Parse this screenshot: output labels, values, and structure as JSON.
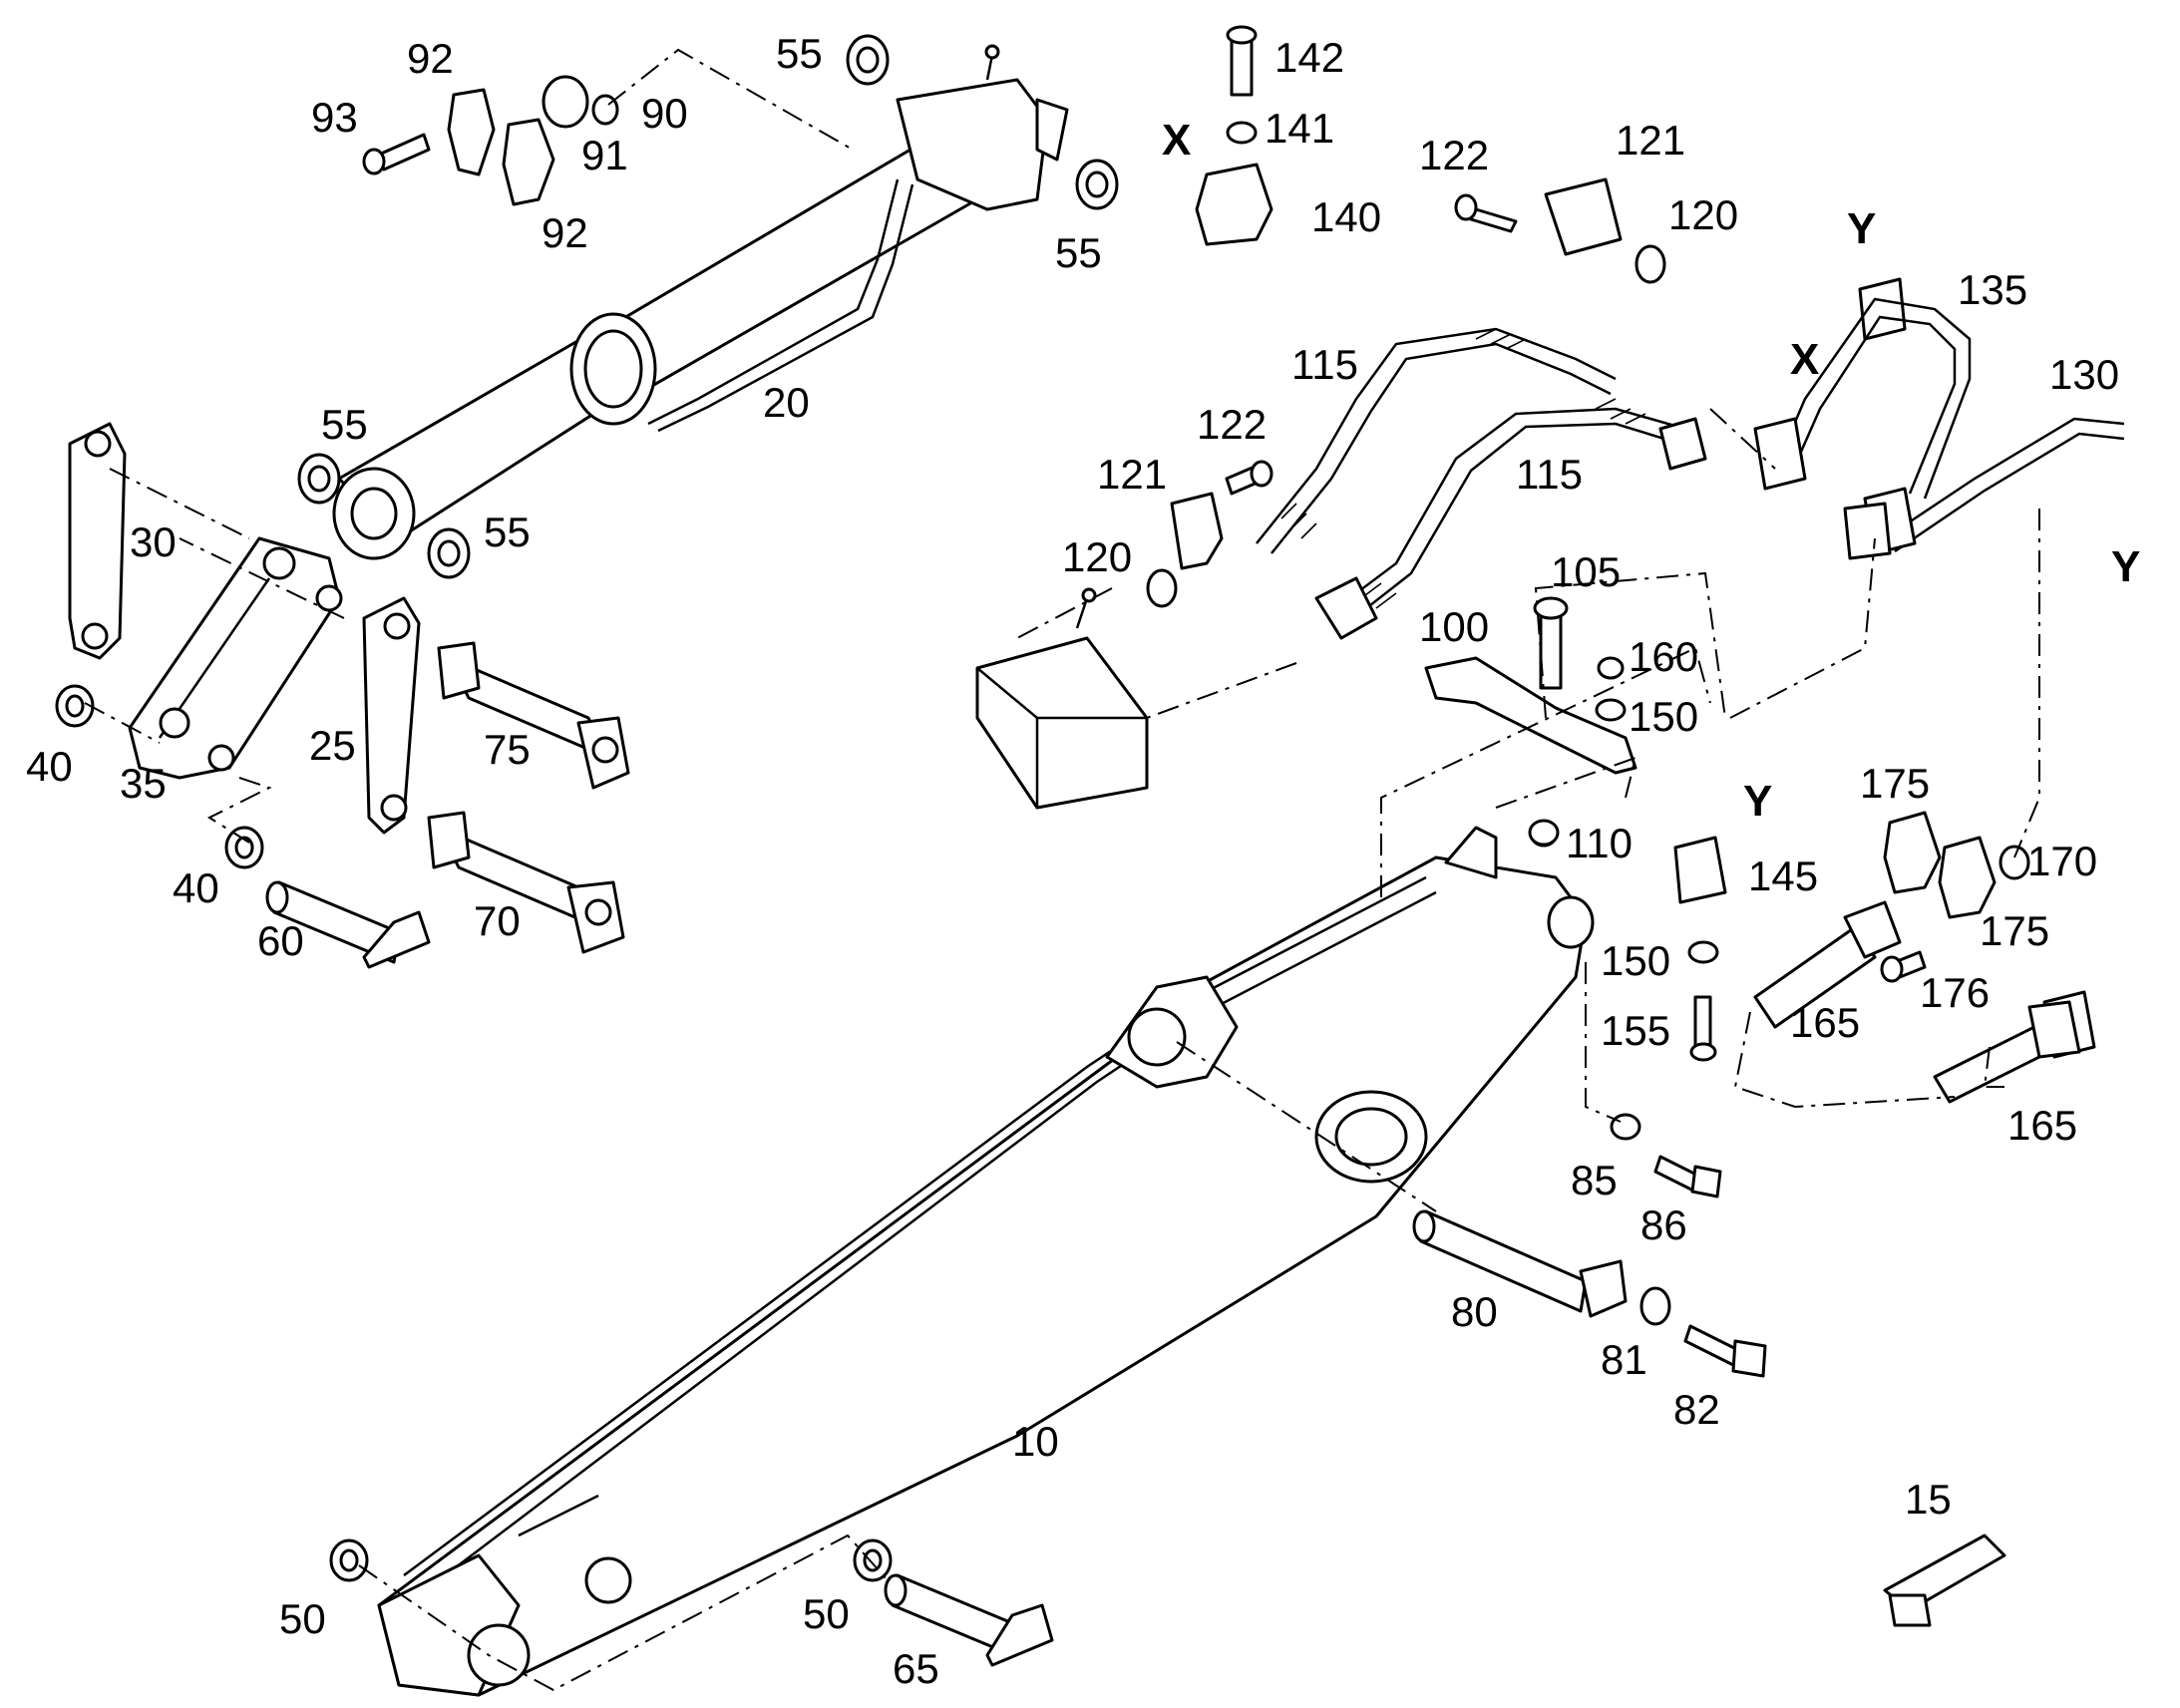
{
  "labels": {
    "p92a": "92",
    "p93": "93",
    "p92b": "92",
    "p91": "91",
    "p90": "90",
    "p55a": "55",
    "p55b": "55",
    "p55c": "55",
    "p55d": "55",
    "p20": "20",
    "p30": "30",
    "p40a": "40",
    "p35": "35",
    "p25": "25",
    "p75": "75",
    "p40b": "40",
    "p60": "60",
    "p70": "70",
    "p142": "142",
    "p141": "141",
    "pX1": "X",
    "p140": "140",
    "p122a": "122",
    "p121a": "121",
    "p120a": "120",
    "p115a": "115",
    "p115b": "115",
    "p122b": "122",
    "p121b": "121",
    "p120b": "120",
    "pY1": "Y",
    "p135": "135",
    "pX2": "X",
    "p130": "130",
    "pY2": "Y",
    "p105": "105",
    "p100": "100",
    "p160": "160",
    "p150a": "150",
    "p110": "110",
    "pY3": "Y",
    "p175a": "175",
    "p170": "170",
    "p145": "145",
    "p175b": "175",
    "p150b": "150",
    "p176": "176",
    "p155": "155",
    "p165a": "165",
    "p165b": "165",
    "p85": "85",
    "p86": "86",
    "p80": "80",
    "p81": "81",
    "p82": "82",
    "p10": "10",
    "p15": "15",
    "p50a": "50",
    "p50b": "50",
    "p65": "65"
  },
  "colors": {
    "line": "#000000",
    "background": "#ffffff"
  }
}
